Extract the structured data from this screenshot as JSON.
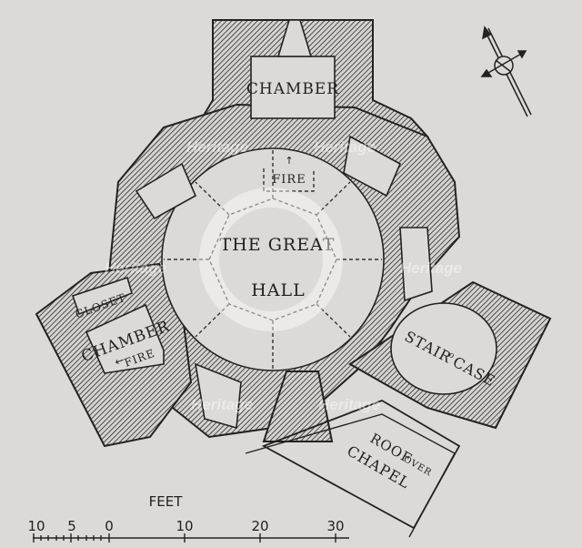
{
  "diagram": {
    "type": "architectural floor plan",
    "background": "#dcd9d6",
    "ink": "#222222",
    "rooms": [
      {
        "id": "chamber-north",
        "label": "CHAMBER"
      },
      {
        "id": "great-hall",
        "label_line1": "THE GREAT",
        "label_line2": "HALL"
      },
      {
        "id": "fire-north",
        "label": "FIRE"
      },
      {
        "id": "closet",
        "label": "CLOSET"
      },
      {
        "id": "chamber-west",
        "label": "CHAMBER"
      },
      {
        "id": "fire-west",
        "label": "FIRE"
      },
      {
        "id": "staircase",
        "label_a": "STAIR",
        "label_b": "CASE",
        "joiner": "o"
      },
      {
        "id": "chapel-roof",
        "label_line1": "ROOF",
        "label_small": "OVER",
        "label_line2": "CHAPEL"
      }
    ],
    "compass": {
      "icon": "compass-rose-icon"
    },
    "scale_bar": {
      "unit_label": "FEET",
      "ticks": [
        "10",
        "5",
        "0",
        "10",
        "20",
        "30"
      ]
    },
    "watermarks": [
      "Heritage",
      "Heritage",
      "Heritage",
      "Heritage",
      "Heritage",
      "Heritage"
    ]
  }
}
